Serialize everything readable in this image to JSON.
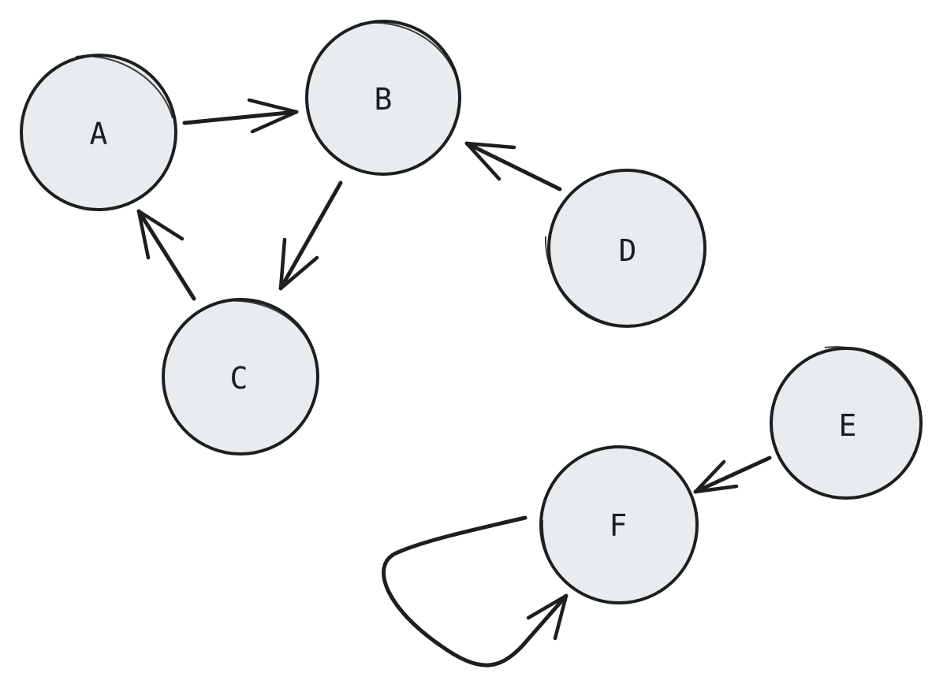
{
  "diagram": {
    "nodes": [
      {
        "id": "A",
        "label": "A"
      },
      {
        "id": "B",
        "label": "B"
      },
      {
        "id": "C",
        "label": "C"
      },
      {
        "id": "D",
        "label": "D"
      },
      {
        "id": "E",
        "label": "E"
      },
      {
        "id": "F",
        "label": "F"
      }
    ],
    "edges": [
      {
        "from": "A",
        "to": "B"
      },
      {
        "from": "B",
        "to": "C"
      },
      {
        "from": "C",
        "to": "A"
      },
      {
        "from": "D",
        "to": "B"
      },
      {
        "from": "E",
        "to": "F"
      },
      {
        "from": "F",
        "to": "F"
      }
    ],
    "colors": {
      "node_fill": "#e9ecef",
      "stroke": "#1e1e1e",
      "background": "#ffffff"
    }
  }
}
